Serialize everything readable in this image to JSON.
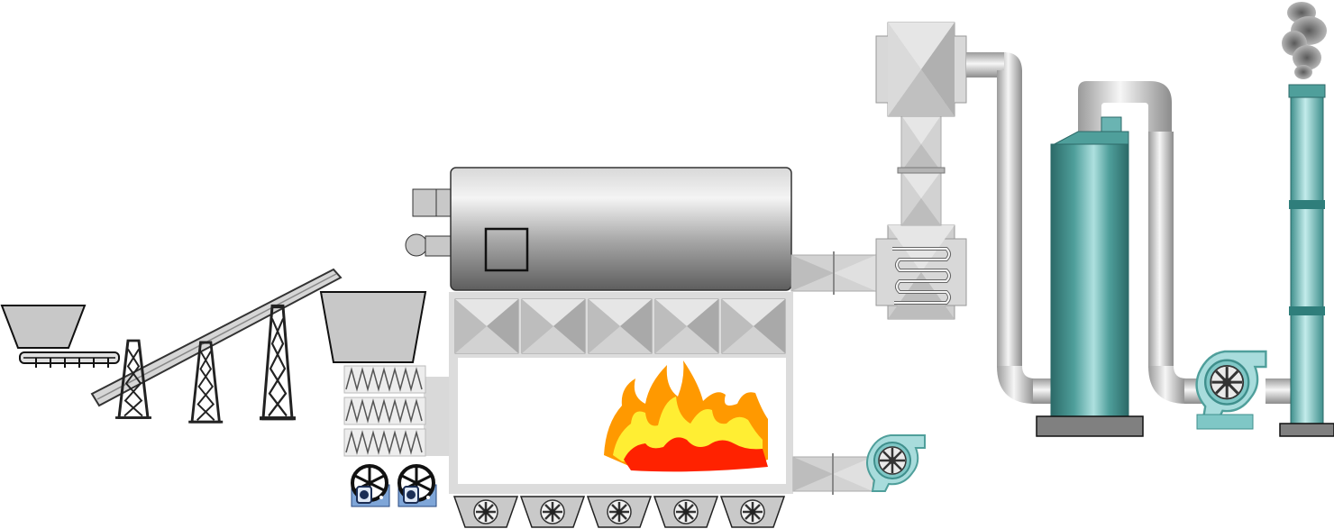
{
  "diagram": {
    "components": [
      {
        "id": "feed-hopper",
        "icon": "hopper-icon"
      },
      {
        "id": "screw-feeder",
        "icon": "screw-conveyor-icon"
      },
      {
        "id": "belt-conveyor",
        "icon": "inclined-belt-conveyor-icon"
      },
      {
        "id": "furnace-hopper",
        "icon": "hopper-icon"
      },
      {
        "id": "stoker-grate",
        "icon": "spring-grate-icon"
      },
      {
        "id": "stoker-drives",
        "icon": "gear-motor-icon",
        "count": 2
      },
      {
        "id": "boiler-drum",
        "icon": "horizontal-boiler-icon"
      },
      {
        "id": "furnace",
        "icon": "furnace-flame-icon"
      },
      {
        "id": "underfire-fans",
        "icon": "axial-fan-icon",
        "count": 5
      },
      {
        "id": "forced-draft-fan",
        "icon": "centrifugal-fan-icon"
      },
      {
        "id": "economizer",
        "icon": "coil-heat-exchanger-icon"
      },
      {
        "id": "duct-box",
        "icon": "duct-icon"
      },
      {
        "id": "scrubber-tower",
        "icon": "vertical-tank-icon"
      },
      {
        "id": "induced-draft-fan",
        "icon": "centrifugal-fan-icon"
      },
      {
        "id": "chimney-stack",
        "icon": "chimney-icon"
      },
      {
        "id": "smoke",
        "icon": "smoke-icon"
      }
    ],
    "colors": {
      "background": "#ffffff",
      "steel": "#c8c8c8",
      "steel_dark": "#7a7a7a",
      "teal": "#3f8f8c",
      "cyan": "#8fd3d6",
      "flame_red": "#ff2200",
      "flame_orange": "#ff9900",
      "flame_yellow": "#ffee33",
      "motor_blue": "#7fa6d8"
    }
  }
}
